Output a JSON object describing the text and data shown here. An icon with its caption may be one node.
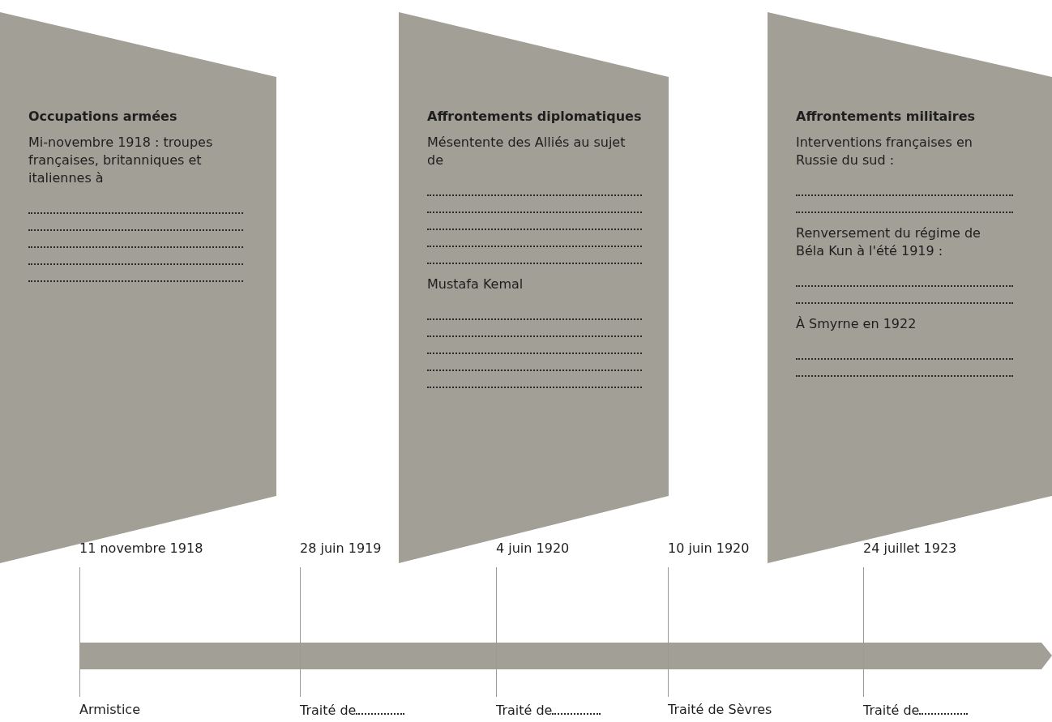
{
  "diagram": {
    "nodes": [
      {
        "text": [
          "Occupations armées",
          "Mi-novembre 1918 : troupes françaises, britanniques et italiennes à"
        ]
      },
      {
        "text": [
          "Affrontements diplomatiques",
          "Mésentente des Alliés au sujet de",
          "Mustafa Kemal"
        ]
      },
      {
        "text": [
          "Affrontements militaires",
          "Interventions françaises en Russie du sud :",
          "Renversement du régime de Béla Kun à l'été 1919 :",
          "À Smyrne en 1922"
        ]
      }
    ],
    "edges": [],
    "labels": [
      "11 novembre 1918",
      "28 juin 1919",
      "4 juin 1920",
      "10 juin 1920",
      "24 juillet 1923",
      "Armistice",
      "Traité de",
      "Traité de",
      "Traité de Sèvres",
      "Traité de"
    ]
  }
}
